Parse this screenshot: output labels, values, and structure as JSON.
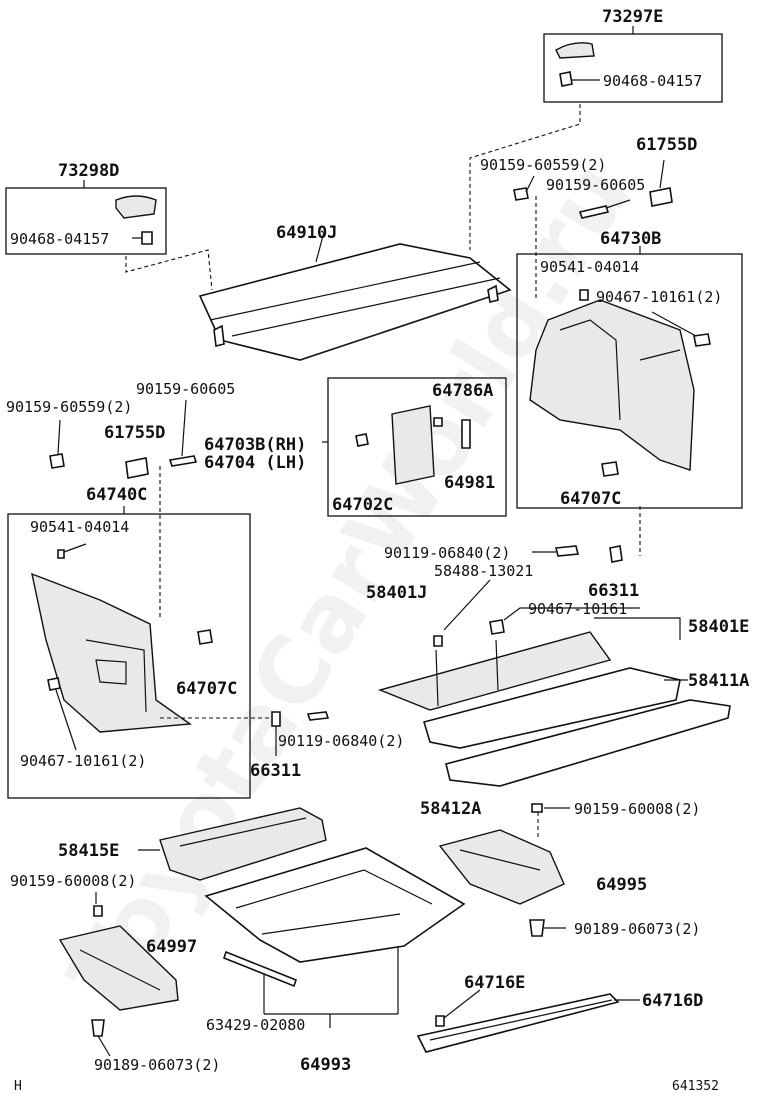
{
  "labels": {
    "p73297E": "73297E",
    "p90468_04157_a": "90468-04157",
    "p61755D_a": "61755D",
    "p90159_60559_a": "90159-60559(2)",
    "p90159_60605_a": "90159-60605",
    "p73298D": "73298D",
    "p90468_04157_b": "90468-04157",
    "p64910J": "64910J",
    "p64730B": "64730B",
    "p90541_04014_a": "90541-04014",
    "p90467_10161_a": "90467-10161(2)",
    "p64707C_a": "64707C",
    "p90159_60605_b": "90159-60605",
    "p90159_60559_b": "90159-60559(2)",
    "p61755D_b": "61755D",
    "p64703B": "64703B(RH)",
    "p64704": "64704 (LH)",
    "p64786A": "64786A",
    "p64981": "64981",
    "p64702C": "64702C",
    "p64740C": "64740C",
    "p90541_04014_b": "90541-04014",
    "p64707C_b": "64707C",
    "p90467_10161_b": "90467-10161(2)",
    "p90119_06840_a": "90119-06840(2)",
    "p58488_13021": "58488-13021",
    "p58401J": "58401J",
    "p66311_a": "66311",
    "p90467_10161_c": "90467-10161",
    "p58401E": "58401E",
    "p58411A": "58411A",
    "p90119_06840_b": "90119-06840(2)",
    "p66311_b": "66311",
    "p58412A": "58412A",
    "p90159_60008_a": "90159-60008(2)",
    "p58415E": "58415E",
    "p64995": "64995",
    "p90159_60008_b": "90159-60008(2)",
    "p90189_06073_a": "90189-06073(2)",
    "p64997": "64997",
    "p64716E": "64716E",
    "p64716D": "64716D",
    "p63429_02080": "63429-02080",
    "p90189_06073_b": "90189-06073(2)",
    "p64993": "64993",
    "corner_left": "H",
    "corner_right": "641352"
  },
  "watermark": "ToyotaCarWorld.ru"
}
